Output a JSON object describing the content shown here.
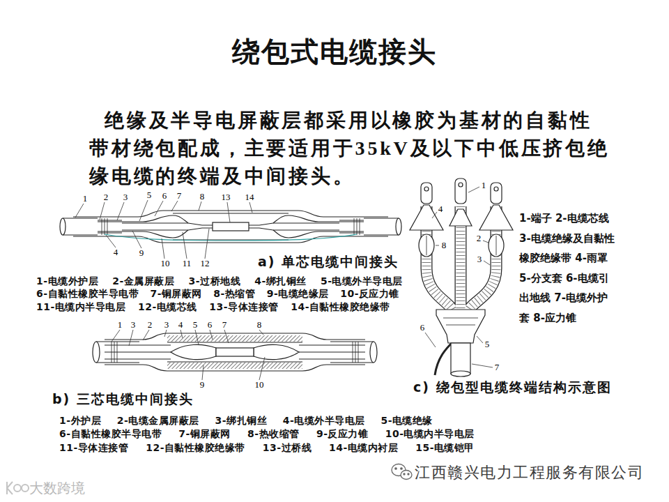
{
  "diagram": {
    "title": "绕包式电缆接头",
    "labels": [
      "绝缘及半导电屏蔽层都采用以橡胶为基材的自黏性 带材绕包配成，主要适用于35kV及以下中低压挤包绝 缘电缆的终端及中间接头。",
      "1",
      "2",
      "3",
      "5",
      "6",
      "7",
      "8",
      "13",
      "14",
      "4",
      "9",
      "10",
      "11",
      "12",
      "a) 单芯电缆中间接头",
      "1-电缆外护层 2-金属屏蔽层 3-过桥地线 4-绑扎铜丝 5-电缆外半导电层",
      "6-自黏性橡胶半导电带 7-铜屏蔽网 8-热缩管 9-电缆绝缘层 10-反应力锥",
      "11-电缆内半导电层 12-电缆芯线 13-导体连接管 14-自黏性橡胶绝缘带",
      "1",
      "4",
      "8",
      "2",
      "3",
      "6",
      "5",
      "7",
      "1-端子 2-电缆芯线 3-电缆绝缘及自黏性 橡胶绝缘带 4-雨罩 5-分支套 6-电缆引 出地线 7-电缆外护 套 8-应力锥",
      "c) 绕包型电缆终端结构示意图",
      "1",
      "3",
      "2",
      "3",
      "4",
      "5",
      "6",
      "7",
      "8",
      "9",
      "10",
      "b) 三芯电缆中间接头",
      "1-外护层 2-电缆金属屏蔽层 3-绑扎铜丝 4-电缆外半导电层 5-电缆绝缘",
      "6-自黏性橡胶半导电带 7-铜屏蔽网 8-热收缩管 9-反应力锥 10-电缆内半导电层",
      "11-导体连接管 12-自黏性橡胶绝缘带 13-过桥线 14-电缆内衬层 15-电缆铠甲",
      "江西赣兴电力工程服务有限公司",
      "大数跨境"
    ]
  }
}
